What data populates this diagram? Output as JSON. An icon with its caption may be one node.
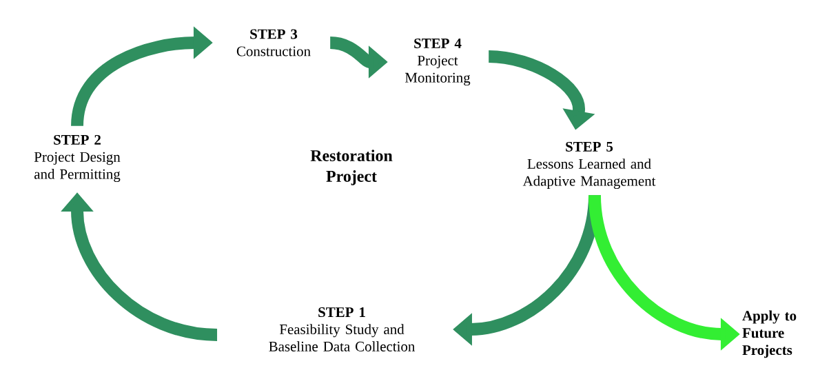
{
  "diagram": {
    "nodes": [
      {
        "text": [
          "STEP 1",
          "Feasibility Study and Baseline Data Collection"
        ]
      },
      {
        "text": [
          "STEP 2",
          "Project Design and Permitting"
        ]
      },
      {
        "text": [
          "STEP 3",
          "Construction"
        ]
      },
      {
        "text": [
          "STEP 4",
          "Project Monitoring"
        ]
      },
      {
        "text": [
          "STEP 5",
          "Lessons Learned and Adaptive Management"
        ]
      },
      {
        "text": [
          "Apply to Future Projects"
        ]
      }
    ],
    "edges": [
      {
        "from": 0,
        "to": 1,
        "arrow": "to"
      },
      {
        "from": 1,
        "to": 2,
        "arrow": "to"
      },
      {
        "from": 2,
        "to": 3,
        "arrow": "to"
      },
      {
        "from": 3,
        "to": 4,
        "arrow": "to"
      },
      {
        "from": 4,
        "to": 0,
        "arrow": "to"
      },
      {
        "from": 4,
        "to": 5,
        "arrow": "to",
        "color": "#33ee33"
      }
    ],
    "labels": [
      "Restoration Project"
    ]
  }
}
